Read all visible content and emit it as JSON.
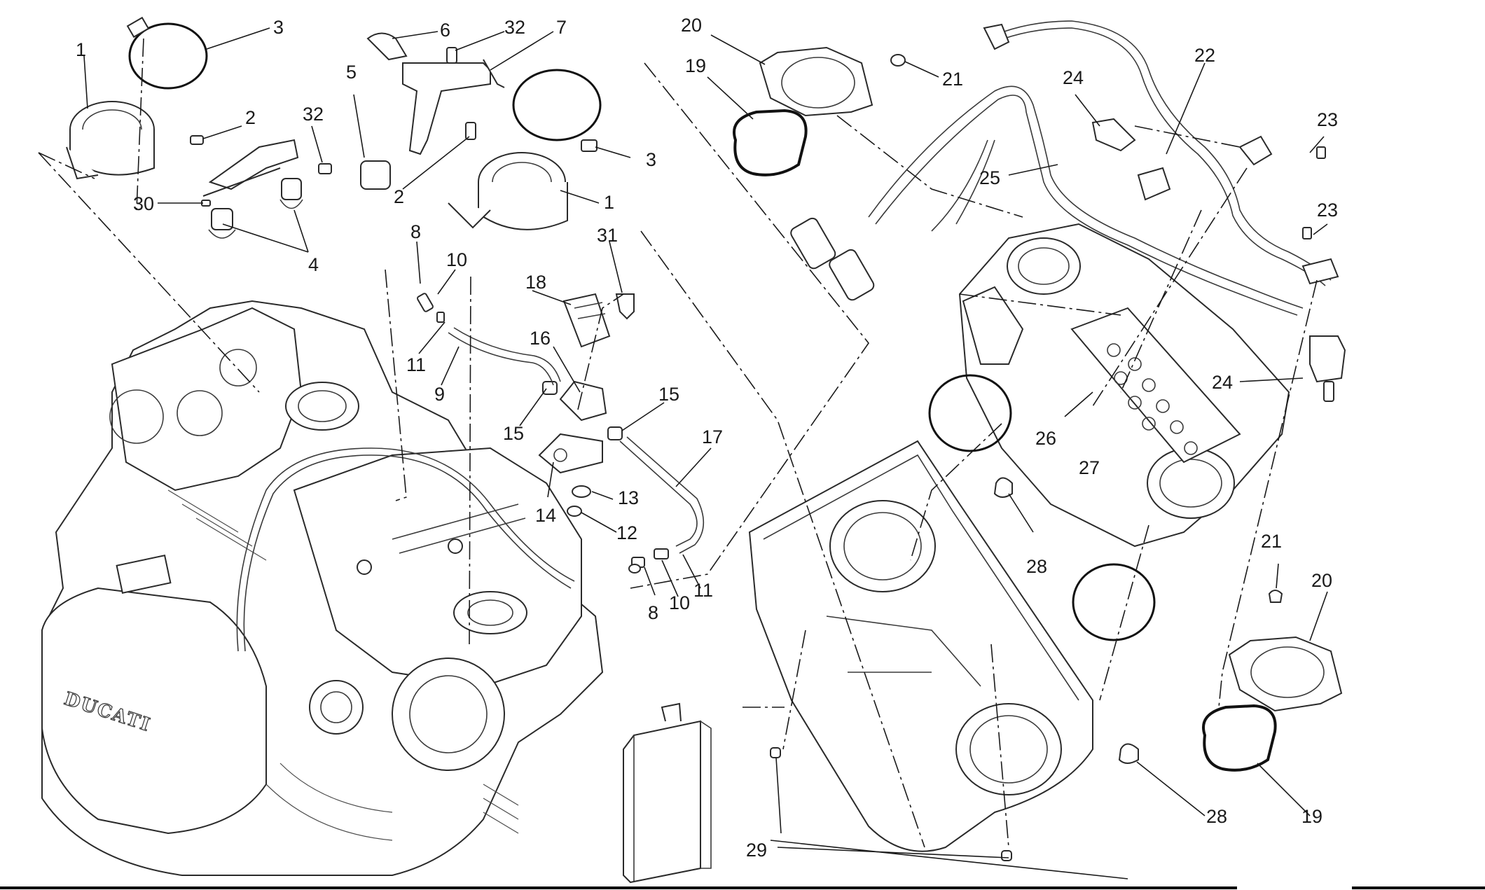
{
  "diagram": {
    "type": "exploded-parts-diagram",
    "subject": "throttle body / intake assembly",
    "engine_logo_text": "DUCATI",
    "callouts": {
      "c1a": "1",
      "c1b": "1",
      "c2a": "2",
      "c2b": "2",
      "c3a": "3",
      "c3b": "3",
      "c4": "4",
      "c5": "5",
      "c6": "6",
      "c7": "7",
      "c8a": "8",
      "c8b": "8",
      "c9": "9",
      "c10a": "10",
      "c10b": "10",
      "c11a": "11",
      "c11b": "11",
      "c12": "12",
      "c13": "13",
      "c14": "14",
      "c15a": "15",
      "c15b": "15",
      "c16": "16",
      "c17": "17",
      "c18": "18",
      "c19a": "19",
      "c19b": "19",
      "c20a": "20",
      "c20b": "20",
      "c21a": "21",
      "c21b": "21",
      "c22": "22",
      "c23a": "23",
      "c23b": "23",
      "c24a": "24",
      "c24b": "24",
      "c25": "25",
      "c26": "26",
      "c27": "27",
      "c28a": "28",
      "c28b": "28",
      "c29": "29",
      "c30": "30",
      "c31": "31",
      "c32a": "32",
      "c32b": "32"
    }
  }
}
